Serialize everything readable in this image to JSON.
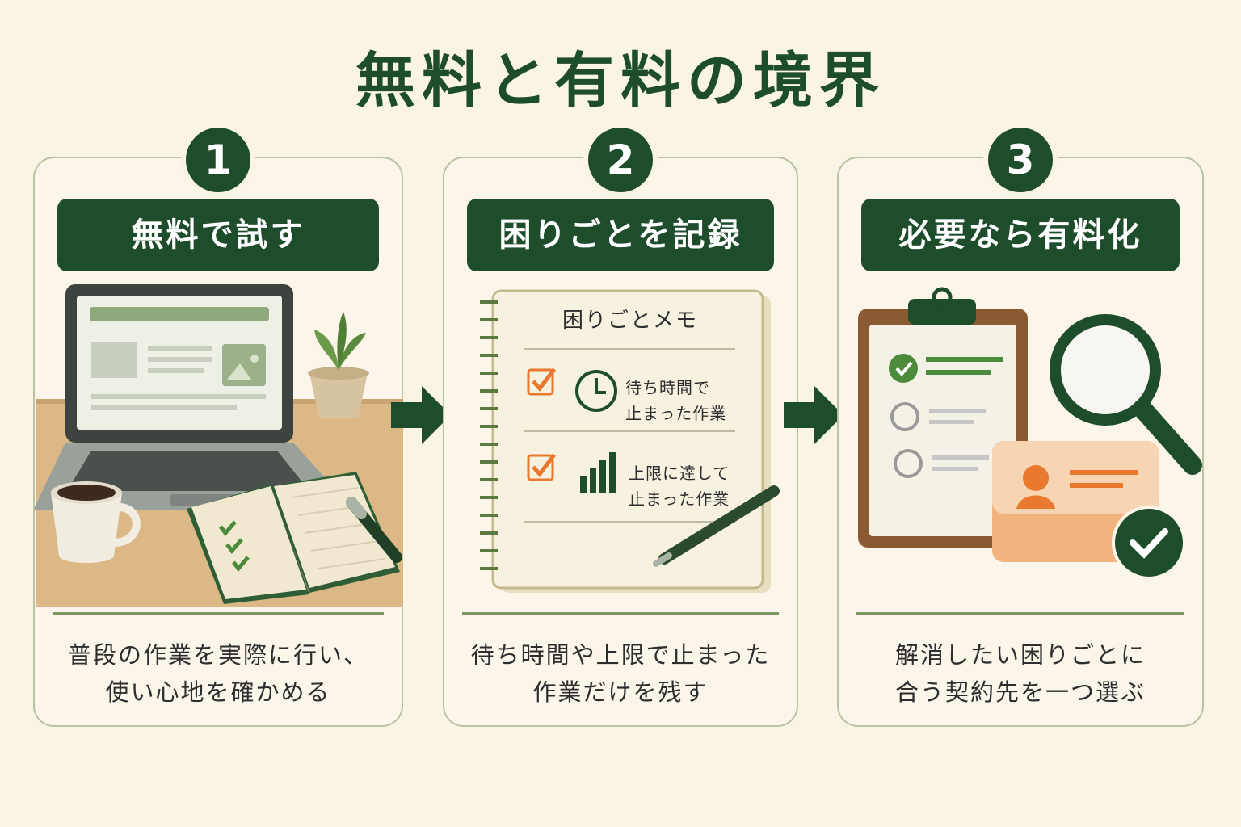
{
  "title": "無料と有料の境界",
  "colors": {
    "primary_green": "#1e4d2b",
    "background": "#faf4e4",
    "accent_orange": "#e8792e"
  },
  "steps": [
    {
      "number": "1",
      "heading": "無料で試す",
      "description_lines": [
        "普段の作業を実際に行い、",
        "使い心地を確かめる"
      ],
      "icons": [
        "laptop-icon",
        "plant-icon",
        "coffee-mug-icon",
        "notebook-checklist-icon",
        "pen-icon"
      ]
    },
    {
      "number": "2",
      "heading": "困りごとを記録",
      "description_lines": [
        "待ち時間や上限で止まった",
        "作業だけを残す"
      ],
      "memo": {
        "title": "困りごとメモ",
        "entries": [
          {
            "lines": [
              "待ち時間で",
              "止まった作業"
            ],
            "icon": "clock-icon"
          },
          {
            "lines": [
              "上限に達して",
              "止まった作業"
            ],
            "icon": "bar-chart-icon"
          }
        ]
      }
    },
    {
      "number": "3",
      "heading": "必要なら有料化",
      "description_lines": [
        "解消したい困りごとに",
        "合う契約先を一つ選ぶ"
      ],
      "icons": [
        "clipboard-checklist-icon",
        "magnifier-icon",
        "id-card-icon",
        "check-badge-icon"
      ]
    }
  ]
}
